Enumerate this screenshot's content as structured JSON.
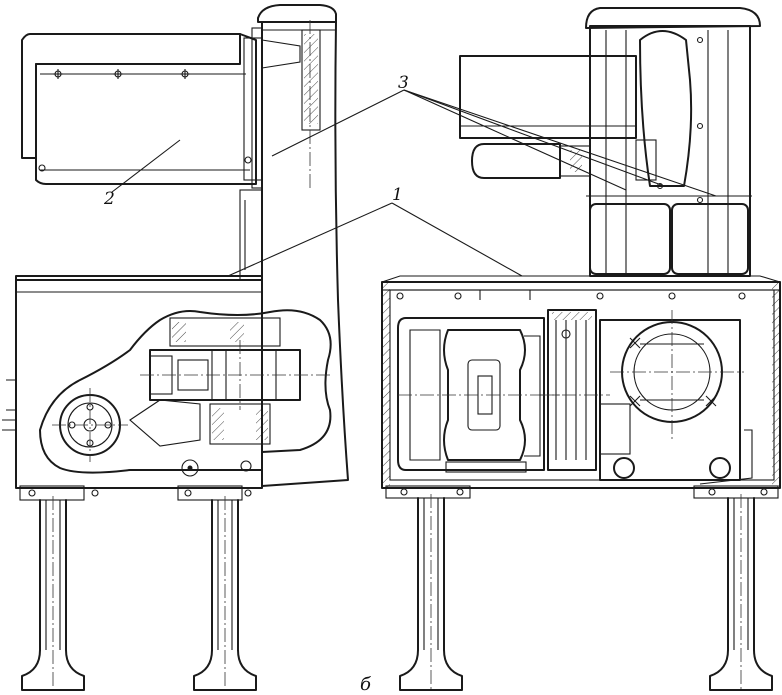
{
  "callouts": {
    "label_1": "1",
    "label_2": "2",
    "label_3": "3"
  },
  "caption": "б",
  "colors": {
    "ink": "#1a1a1a",
    "paper": "#ffffff"
  }
}
